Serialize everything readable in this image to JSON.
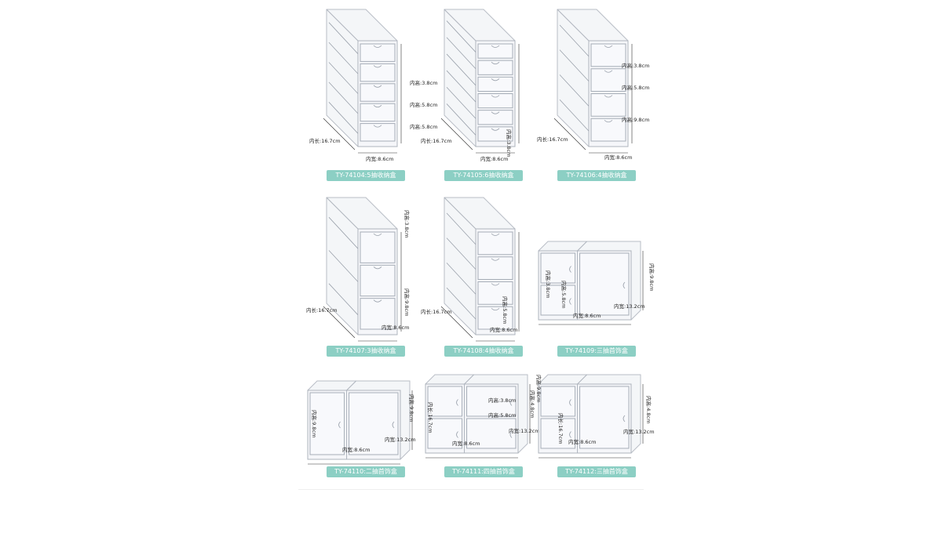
{
  "products": [
    {
      "caption": "TY-74104:5抽收纳盒",
      "style": "tower",
      "drawers": 5,
      "labels": [
        "内高:3.8cm",
        "内高:5.8cm",
        "内高:5.8cm",
        "内长:16.7cm",
        "内宽:8.6cm"
      ]
    },
    {
      "caption": "TY-74105:6抽收纳盒",
      "style": "tower",
      "drawers": 6,
      "labels": [
        "内高:3.8cm",
        "内长:16.7cm",
        "内宽:8.6cm"
      ]
    },
    {
      "caption": "TY-74106:4抽收纳盒",
      "style": "tower",
      "drawers": 4,
      "labels": [
        "内高:3.8cm",
        "内高:5.8cm",
        "内高:9.8cm",
        "内长:16.7cm",
        "内宽:8.6cm"
      ]
    },
    {
      "caption": "TY-74107:3抽收纳盒",
      "style": "tower",
      "drawers": 3,
      "labels": [
        "内高:3.8cm",
        "内高:9.8cm",
        "内长:16.7cm",
        "内宽:8.6cm"
      ]
    },
    {
      "caption": "TY-74108:4抽收纳盒",
      "style": "tower",
      "drawers": 4,
      "labels": [
        "内高:5.8cm",
        "内长:16.7cm",
        "内宽:8.6cm"
      ]
    },
    {
      "caption": "TY-74109:三抽首饰盒",
      "style": "wide",
      "drawers": 3,
      "labels": [
        "内高:3.8cm",
        "内高:5.8cm",
        "内高:9.8cm",
        "内宽:8.6cm",
        "内宽:13.2cm"
      ]
    },
    {
      "caption": "TY-74110:二抽首饰盒",
      "style": "wide",
      "drawers": 2,
      "labels": [
        "内高:9.8cm",
        "内高:9.8cm",
        "内宽:8.6cm",
        "内宽:13.2cm"
      ]
    },
    {
      "caption": "TY-74111:四抽首饰盒",
      "style": "wide",
      "drawers": 4,
      "labels": [
        "内高:3.8cm",
        "内高:5.8cm",
        "内高:4.8cm",
        "内长:16.7cm",
        "内宽:8.6cm",
        "内宽:13.2cm"
      ]
    },
    {
      "caption": "TY-74112:三抽首饰盒",
      "style": "wide",
      "drawers": 3,
      "labels": [
        "内高:9.8cm",
        "内高:4.8cm",
        "内长:16.7cm",
        "内宽:8.6cm",
        "内宽:13.2cm"
      ]
    }
  ],
  "colors": {
    "caption_bg": "#8ccfc4",
    "caption_text": "#ffffff",
    "acrylic_edge": "#aeb4bd"
  }
}
